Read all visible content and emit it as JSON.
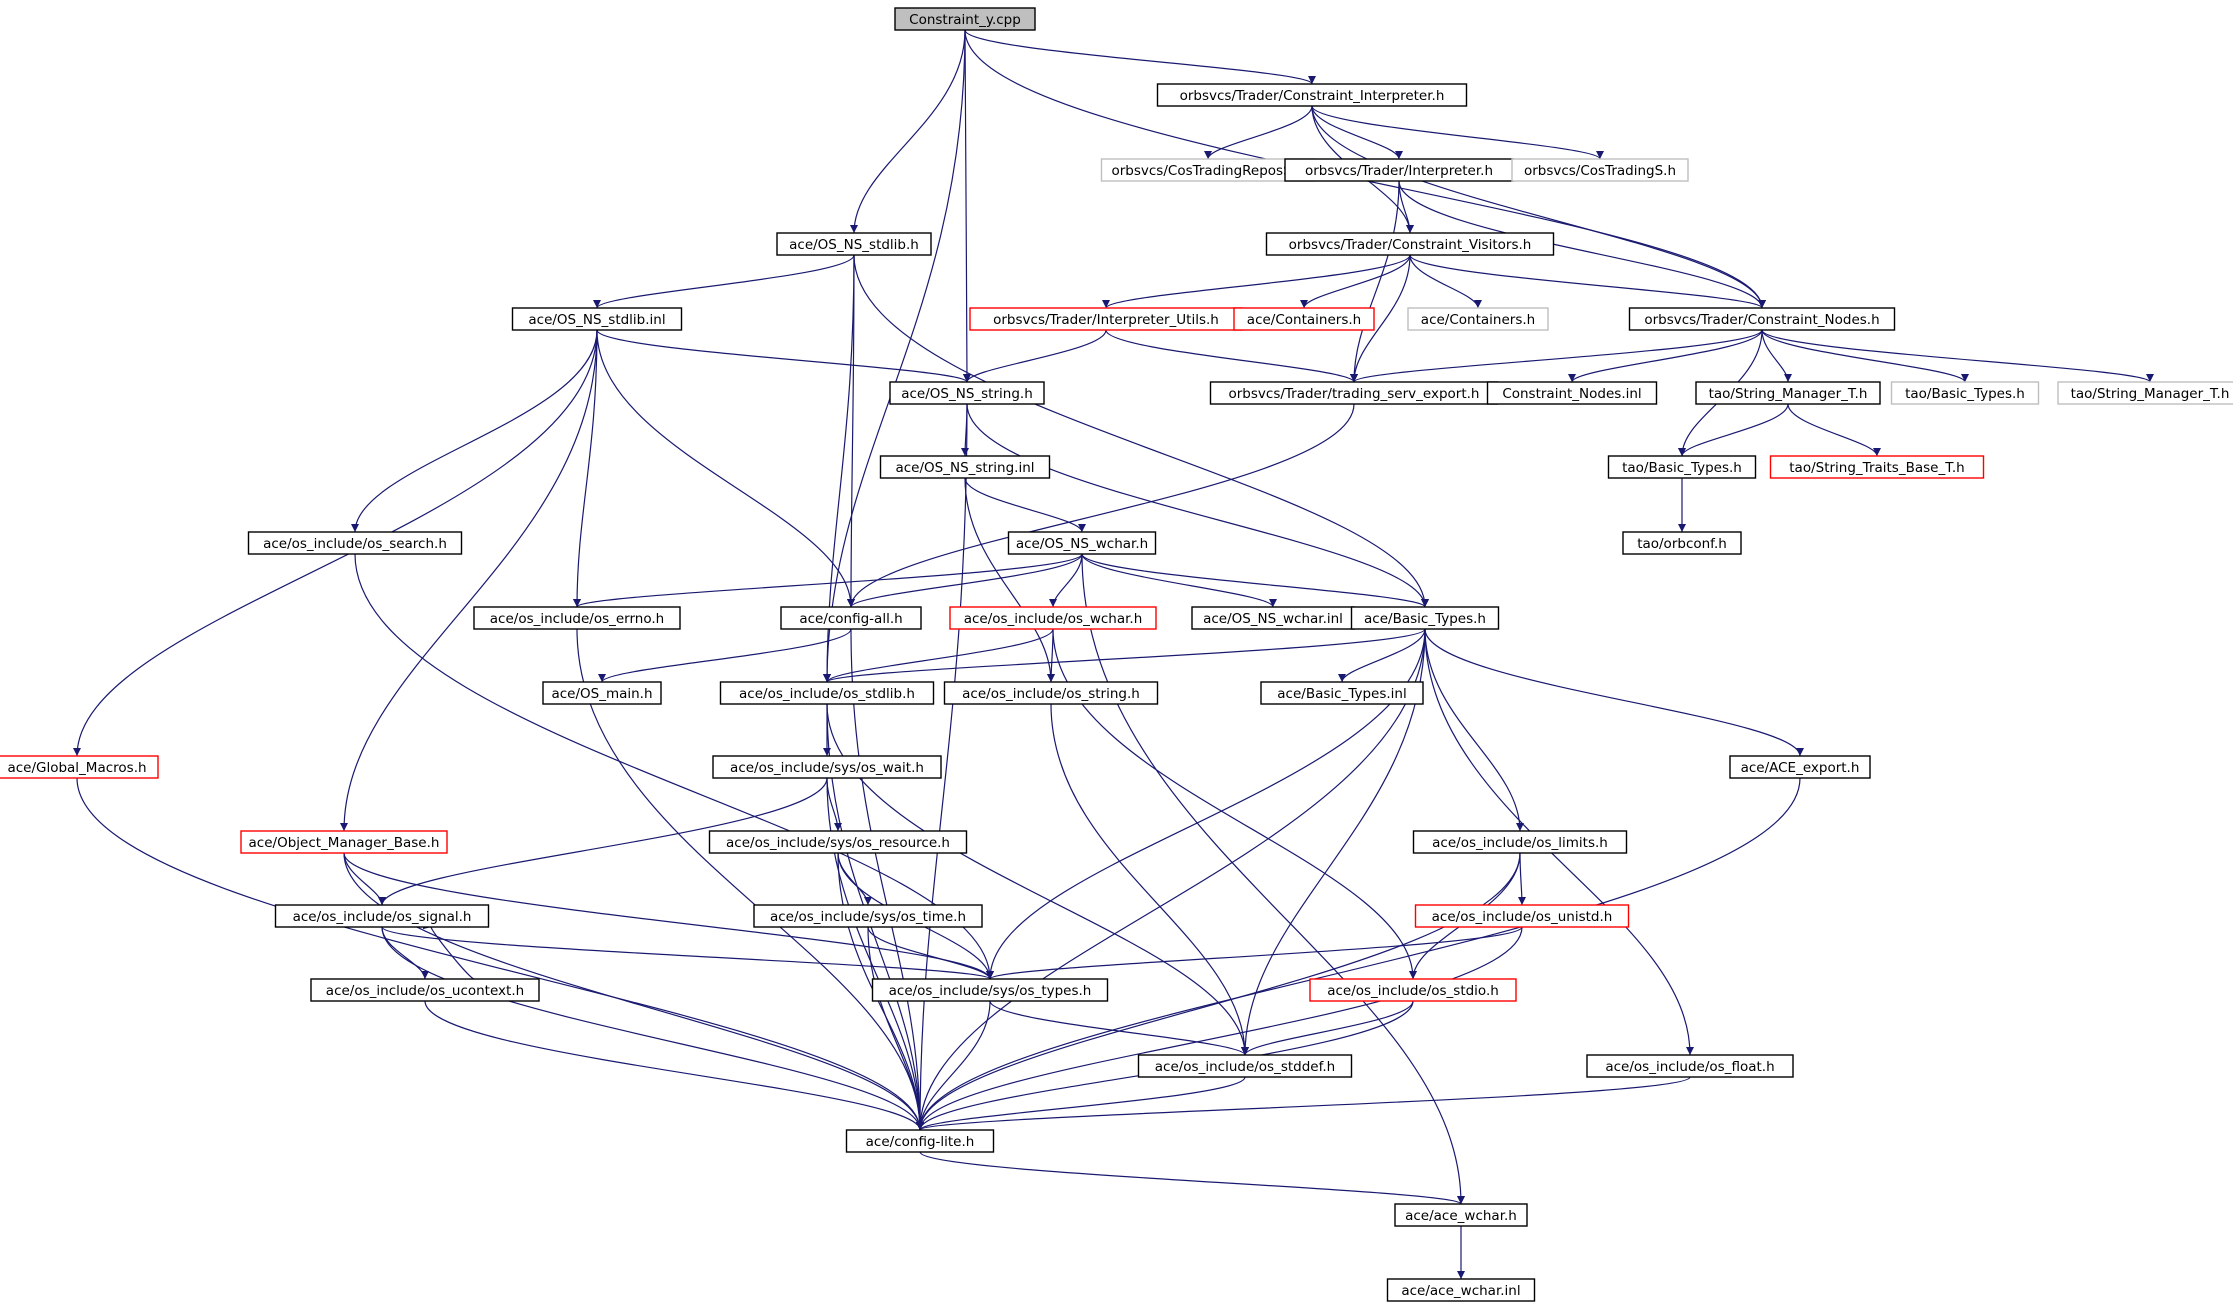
{
  "graph": {
    "title": "Constraint_y.cpp",
    "colors": {
      "edge": "#191970",
      "node_normal": "#000000",
      "node_incomplete": "#ff0000",
      "node_external": "#bfbfbf",
      "root_fill": "#bfbfbf"
    },
    "nodes": [
      {
        "id": "root",
        "label": "Constraint_y.cpp",
        "style": "root"
      },
      {
        "id": "ci",
        "label": "orbsvcs/Trader/Constraint_Interpreter.h",
        "style": "normal"
      },
      {
        "id": "ctrs",
        "label": "orbsvcs/CosTradingReposS.h",
        "style": "external"
      },
      {
        "id": "interp",
        "label": "orbsvcs/Trader/Interpreter.h",
        "style": "normal"
      },
      {
        "id": "cts",
        "label": "orbsvcs/CosTradingS.h",
        "style": "external"
      },
      {
        "id": "stdlibh",
        "label": "ace/OS_NS_stdlib.h",
        "style": "normal"
      },
      {
        "id": "cvis",
        "label": "orbsvcs/Trader/Constraint_Visitors.h",
        "style": "normal"
      },
      {
        "id": "stdlibinl",
        "label": "ace/OS_NS_stdlib.inl",
        "style": "normal"
      },
      {
        "id": "iutils",
        "label": "orbsvcs/Trader/Interpreter_Utils.h",
        "style": "incomplete"
      },
      {
        "id": "cont_red",
        "label": "ace/Containers.h",
        "style": "incomplete"
      },
      {
        "id": "cont_grey",
        "label": "ace/Containers.h",
        "style": "external"
      },
      {
        "id": "cnodes",
        "label": "orbsvcs/Trader/Constraint_Nodes.h",
        "style": "normal"
      },
      {
        "id": "stringh",
        "label": "ace/OS_NS_string.h",
        "style": "normal"
      },
      {
        "id": "tsexport",
        "label": "orbsvcs/Trader/trading_serv_export.h",
        "style": "normal"
      },
      {
        "id": "cnodesinl",
        "label": "Constraint_Nodes.inl",
        "style": "normal"
      },
      {
        "id": "strmgr",
        "label": "tao/String_Manager_T.h",
        "style": "normal"
      },
      {
        "id": "taobt_grey",
        "label": "tao/Basic_Types.h",
        "style": "external"
      },
      {
        "id": "strmgr_grey",
        "label": "tao/String_Manager_T.h",
        "style": "external"
      },
      {
        "id": "stringinl",
        "label": "ace/OS_NS_string.inl",
        "style": "normal"
      },
      {
        "id": "taobt",
        "label": "tao/Basic_Types.h",
        "style": "normal"
      },
      {
        "id": "strtraits",
        "label": "tao/String_Traits_Base_T.h",
        "style": "incomplete"
      },
      {
        "id": "search",
        "label": "ace/os_include/os_search.h",
        "style": "normal"
      },
      {
        "id": "wcharh",
        "label": "ace/OS_NS_wchar.h",
        "style": "normal"
      },
      {
        "id": "orbconf",
        "label": "tao/orbconf.h",
        "style": "normal"
      },
      {
        "id": "errno",
        "label": "ace/os_include/os_errno.h",
        "style": "normal"
      },
      {
        "id": "configall",
        "label": "ace/config-all.h",
        "style": "normal"
      },
      {
        "id": "oswchar",
        "label": "ace/os_include/os_wchar.h",
        "style": "incomplete"
      },
      {
        "id": "wcharinl",
        "label": "ace/OS_NS_wchar.inl",
        "style": "normal"
      },
      {
        "id": "basictypes",
        "label": "ace/Basic_Types.h",
        "style": "normal"
      },
      {
        "id": "osmain",
        "label": "ace/OS_main.h",
        "style": "normal"
      },
      {
        "id": "osstdlib",
        "label": "ace/os_include/os_stdlib.h",
        "style": "normal"
      },
      {
        "id": "osstring",
        "label": "ace/os_include/os_string.h",
        "style": "normal"
      },
      {
        "id": "btinl",
        "label": "ace/Basic_Types.inl",
        "style": "normal"
      },
      {
        "id": "globalmacros",
        "label": "ace/Global_Macros.h",
        "style": "incomplete"
      },
      {
        "id": "wait",
        "label": "ace/os_include/sys/os_wait.h",
        "style": "normal"
      },
      {
        "id": "aceexport",
        "label": "ace/ACE_export.h",
        "style": "normal"
      },
      {
        "id": "omb",
        "label": "ace/Object_Manager_Base.h",
        "style": "incomplete"
      },
      {
        "id": "resource",
        "label": "ace/os_include/sys/os_resource.h",
        "style": "normal"
      },
      {
        "id": "limits",
        "label": "ace/os_include/os_limits.h",
        "style": "normal"
      },
      {
        "id": "signal",
        "label": "ace/os_include/os_signal.h",
        "style": "normal"
      },
      {
        "id": "ostime",
        "label": "ace/os_include/sys/os_time.h",
        "style": "normal"
      },
      {
        "id": "unistd",
        "label": "ace/os_include/os_unistd.h",
        "style": "incomplete"
      },
      {
        "id": "ucontext",
        "label": "ace/os_include/os_ucontext.h",
        "style": "normal"
      },
      {
        "id": "types",
        "label": "ace/os_include/sys/os_types.h",
        "style": "normal"
      },
      {
        "id": "stdio",
        "label": "ace/os_include/os_stdio.h",
        "style": "incomplete"
      },
      {
        "id": "stddef",
        "label": "ace/os_include/os_stddef.h",
        "style": "normal"
      },
      {
        "id": "float",
        "label": "ace/os_include/os_float.h",
        "style": "normal"
      },
      {
        "id": "configlite",
        "label": "ace/config-lite.h",
        "style": "normal"
      },
      {
        "id": "acewchar",
        "label": "ace/ace_wchar.h",
        "style": "normal"
      },
      {
        "id": "acewcharinl",
        "label": "ace/ace_wchar.inl",
        "style": "normal"
      }
    ],
    "edges": [
      [
        "root",
        "ci"
      ],
      [
        "root",
        "cnodes"
      ],
      [
        "root",
        "stdlibh"
      ],
      [
        "root",
        "stringh"
      ],
      [
        "root",
        "osstdlib"
      ],
      [
        "ci",
        "ctrs"
      ],
      [
        "ci",
        "interp"
      ],
      [
        "ci",
        "cts"
      ],
      [
        "ci",
        "cvis"
      ],
      [
        "ci",
        "cnodes"
      ],
      [
        "interp",
        "cvis"
      ],
      [
        "interp",
        "cnodes"
      ],
      [
        "interp",
        "tsexport"
      ],
      [
        "cvis",
        "iutils"
      ],
      [
        "cvis",
        "cont_red"
      ],
      [
        "cvis",
        "cont_grey"
      ],
      [
        "cvis",
        "cnodes"
      ],
      [
        "cvis",
        "tsexport"
      ],
      [
        "iutils",
        "stringh"
      ],
      [
        "iutils",
        "tsexport"
      ],
      [
        "cnodes",
        "tsexport"
      ],
      [
        "cnodes",
        "cnodesinl"
      ],
      [
        "cnodes",
        "strmgr"
      ],
      [
        "cnodes",
        "taobt_grey"
      ],
      [
        "cnodes",
        "strmgr_grey"
      ],
      [
        "cnodes",
        "taobt"
      ],
      [
        "strmgr",
        "taobt"
      ],
      [
        "strmgr",
        "strtraits"
      ],
      [
        "taobt",
        "orbconf"
      ],
      [
        "tsexport",
        "configall"
      ],
      [
        "stdlibh",
        "stdlibinl"
      ],
      [
        "stdlibh",
        "configall"
      ],
      [
        "stdlibh",
        "osstdlib"
      ],
      [
        "stdlibh",
        "basictypes"
      ],
      [
        "stdlibinl",
        "stringh"
      ],
      [
        "stdlibinl",
        "search"
      ],
      [
        "stdlibinl",
        "errno"
      ],
      [
        "stdlibinl",
        "configall"
      ],
      [
        "stdlibinl",
        "globalmacros"
      ],
      [
        "stdlibinl",
        "omb"
      ],
      [
        "stringh",
        "stringinl"
      ],
      [
        "stringh",
        "basictypes"
      ],
      [
        "stringh",
        "configlite"
      ],
      [
        "stringinl",
        "wcharh"
      ],
      [
        "stringinl",
        "osstring"
      ],
      [
        "wcharh",
        "errno"
      ],
      [
        "wcharh",
        "configall"
      ],
      [
        "wcharh",
        "oswchar"
      ],
      [
        "wcharh",
        "wcharinl"
      ],
      [
        "wcharh",
        "basictypes"
      ],
      [
        "wcharh",
        "acewchar"
      ],
      [
        "search",
        "types"
      ],
      [
        "errno",
        "configlite"
      ],
      [
        "configall",
        "osmain"
      ],
      [
        "configall",
        "configlite"
      ],
      [
        "oswchar",
        "osstdlib"
      ],
      [
        "oswchar",
        "osstring"
      ],
      [
        "oswchar",
        "stdio"
      ],
      [
        "basictypes",
        "osstdlib"
      ],
      [
        "basictypes",
        "btinl"
      ],
      [
        "basictypes",
        "aceexport"
      ],
      [
        "basictypes",
        "limits"
      ],
      [
        "basictypes",
        "float"
      ],
      [
        "basictypes",
        "stddef"
      ],
      [
        "basictypes",
        "types"
      ],
      [
        "basictypes",
        "configlite"
      ],
      [
        "osstdlib",
        "wait"
      ],
      [
        "osstdlib",
        "stddef"
      ],
      [
        "osstdlib",
        "configlite"
      ],
      [
        "osstring",
        "stddef"
      ],
      [
        "globalmacros",
        "configlite"
      ],
      [
        "wait",
        "resource"
      ],
      [
        "wait",
        "signal"
      ],
      [
        "wait",
        "configlite"
      ],
      [
        "aceexport",
        "configlite"
      ],
      [
        "omb",
        "signal"
      ],
      [
        "omb",
        "types"
      ],
      [
        "omb",
        "configlite"
      ],
      [
        "resource",
        "ostime"
      ],
      [
        "resource",
        "types"
      ],
      [
        "resource",
        "configlite"
      ],
      [
        "limits",
        "unistd"
      ],
      [
        "limits",
        "stdio"
      ],
      [
        "limits",
        "configlite"
      ],
      [
        "signal",
        "ucontext"
      ],
      [
        "signal",
        "types"
      ],
      [
        "signal",
        "configlite"
      ],
      [
        "ucontext",
        "signal"
      ],
      [
        "ucontext",
        "configlite"
      ],
      [
        "ostime",
        "types"
      ],
      [
        "ostime",
        "configlite"
      ],
      [
        "unistd",
        "types"
      ],
      [
        "unistd",
        "configlite"
      ],
      [
        "types",
        "stddef"
      ],
      [
        "types",
        "configlite"
      ],
      [
        "stdio",
        "stddef"
      ],
      [
        "stdio",
        "configlite"
      ],
      [
        "stddef",
        "configlite"
      ],
      [
        "float",
        "configlite"
      ],
      [
        "configlite",
        "acewchar"
      ],
      [
        "acewchar",
        "acewcharinl"
      ]
    ]
  }
}
